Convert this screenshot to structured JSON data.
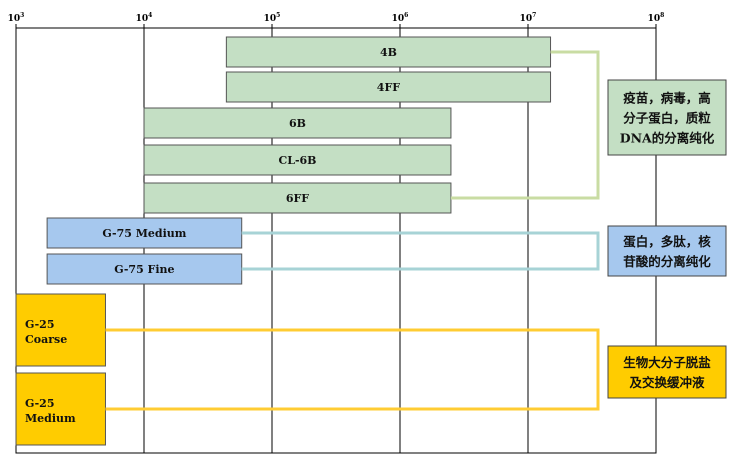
{
  "chart_data": {
    "type": "bar",
    "orientation": "horizontal",
    "x_scale": "log",
    "xlim": [
      1000,
      100000000
    ],
    "x_ticks": [
      {
        "base": "10",
        "exp": "3",
        "value": 1000
      },
      {
        "base": "10",
        "exp": "4",
        "value": 10000
      },
      {
        "base": "10",
        "exp": "5",
        "value": 100000
      },
      {
        "base": "10",
        "exp": "6",
        "value": 1000000
      },
      {
        "base": "10",
        "exp": "7",
        "value": 10000000
      },
      {
        "base": "10",
        "exp": "8",
        "value": 100000000
      }
    ],
    "bars": [
      {
        "label": "4B",
        "range": [
          44000,
          15000000
        ],
        "group": 0
      },
      {
        "label": "4FF",
        "range": [
          44000,
          15000000
        ],
        "group": 0
      },
      {
        "label": "6B",
        "range": [
          10000,
          2500000
        ],
        "group": 0
      },
      {
        "label": "CL-6B",
        "range": [
          10000,
          2500000
        ],
        "group": 0
      },
      {
        "label": "6FF",
        "range": [
          10000,
          2500000
        ],
        "group": 0
      },
      {
        "label": "G-75 Medium",
        "range": [
          1750,
          58000
        ],
        "group": 1
      },
      {
        "label": "G-75 Fine",
        "range": [
          1750,
          58000
        ],
        "group": 1
      },
      {
        "label": "G-25 Coarse",
        "range": [
          1000,
          5000
        ],
        "group": 2
      },
      {
        "label": "G-25 Medium",
        "range": [
          1000,
          5000
        ],
        "group": 2
      }
    ],
    "groups": [
      {
        "text": "疫苗，病毒，高分子蛋白，质粒DNA的分离纯化",
        "lines": [
          "疫苗，病毒，高",
          "分子蛋白，质粒",
          "DNA的分离纯化"
        ],
        "bar_color": "#c4dfc4",
        "bar_border": "#555555",
        "connector_color": "#c9dca3",
        "box_color": "#c4dfc4"
      },
      {
        "text": "蛋白，多肽，核苷酸的分离纯化",
        "lines": [
          "蛋白，多肽，核",
          "苷酸的分离纯化"
        ],
        "bar_color": "#a6c8ee",
        "bar_border": "#555555",
        "connector_color": "#a7d3d6",
        "box_color": "#a6c8ee"
      },
      {
        "text": "生物大分子脱盐及交换缓冲液",
        "lines": [
          "生物大分子脱盐",
          "及交换缓冲液"
        ],
        "bar_color": "#ffcc00",
        "bar_border": "#555555",
        "connector_color": "#ffcc33",
        "box_color": "#ffcc00"
      }
    ],
    "grid": true
  }
}
